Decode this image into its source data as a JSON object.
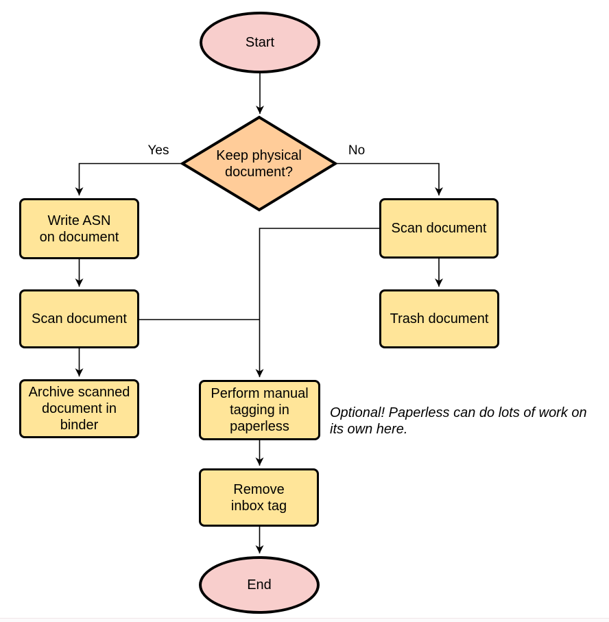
{
  "diagram": {
    "nodes": {
      "start": {
        "label": "Start",
        "type": "terminator"
      },
      "decision": {
        "label": "Keep physical\ndocument?",
        "type": "decision"
      },
      "write_asn": {
        "label": "Write ASN\non document",
        "type": "process"
      },
      "scan_left": {
        "label": "Scan document",
        "type": "process"
      },
      "archive": {
        "label": "Archive scanned\ndocument in\nbinder",
        "type": "process"
      },
      "scan_right": {
        "label": "Scan document",
        "type": "process"
      },
      "trash": {
        "label": "Trash document",
        "type": "process"
      },
      "perform_tagging": {
        "label": "Perform manual\ntagging in\npaperless",
        "type": "process"
      },
      "remove_inbox": {
        "label": "Remove\ninbox tag",
        "type": "process"
      },
      "end": {
        "label": "End",
        "type": "terminator"
      }
    },
    "edge_labels": {
      "yes": "Yes",
      "no": "No"
    },
    "note": "Optional! Paperless can do lots of work on\nits own here.",
    "colors": {
      "terminator_fill": "#f8cecc",
      "decision_fill": "#ffcc99",
      "process_fill": "#ffe599",
      "stroke": "#000000"
    }
  }
}
